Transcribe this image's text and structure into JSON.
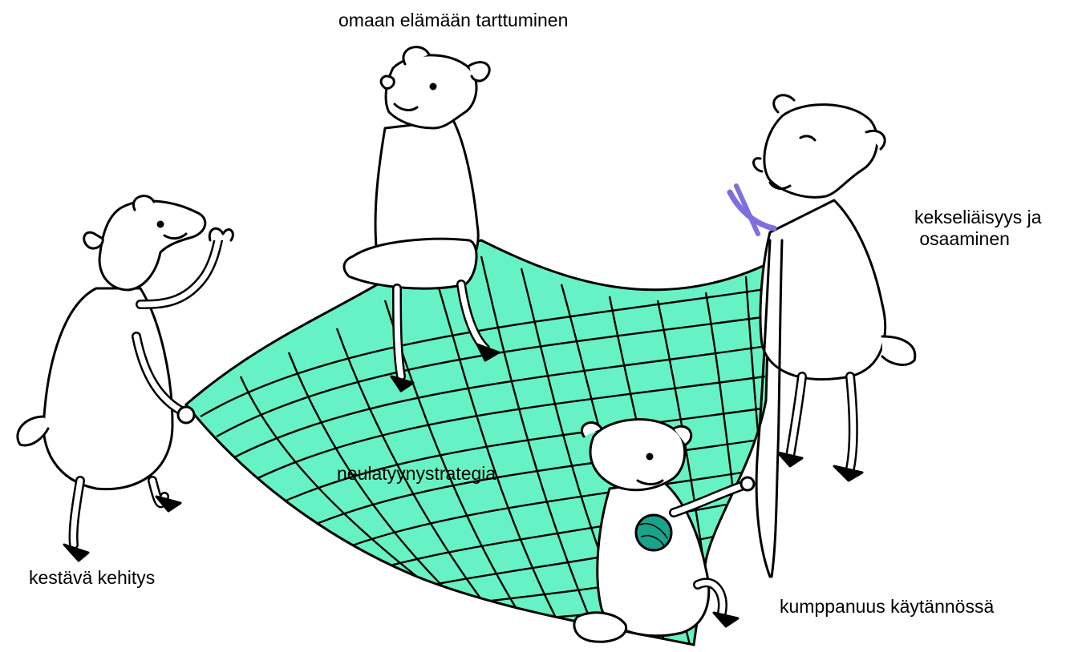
{
  "labels": {
    "top": "omaan elämään tarttuminen",
    "right": "kekseliäisyys ja\n osaaminen",
    "center": "neulatyynystrategia",
    "left": "kestävä kehitys",
    "bottom_right": "kumppanuus käytännössä"
  },
  "colors": {
    "net_fill": "#66F2C4",
    "outline": "#000000",
    "sheep_body": "#FFFFFF",
    "needle": "#7E6FE0",
    "yarn_ball": "#1AA28A"
  },
  "icons": [
    "sheep-left",
    "sheep-top",
    "sheep-right",
    "sheep-bottom",
    "knitting-needle-icon",
    "yarn-ball-icon"
  ]
}
